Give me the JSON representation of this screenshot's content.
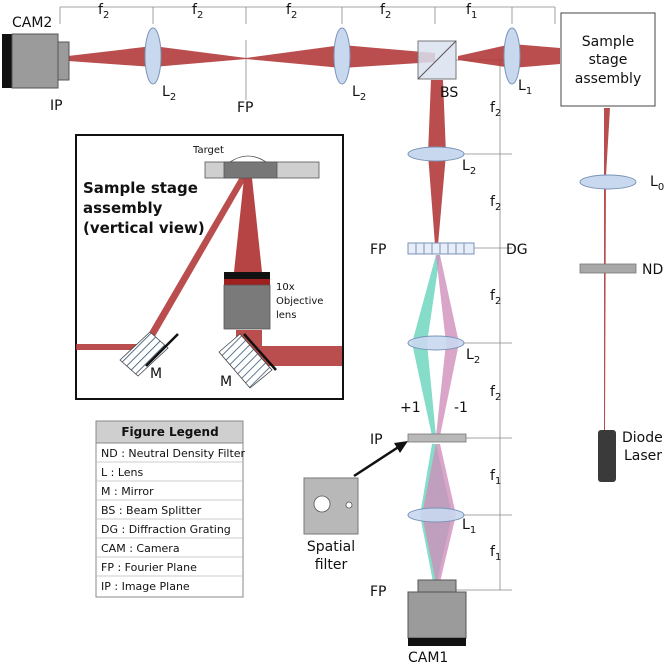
{
  "labels": {
    "cam2": "CAM2",
    "cam1": "CAM1",
    "ip_cam2": "IP",
    "fp_top": "FP",
    "bs": "BS",
    "l2_a": "L",
    "l2_b": "L",
    "l1_top": "L",
    "l2_vert_top": "L",
    "l2_vert_mid": "L",
    "l1_vert": "L",
    "l0": "L",
    "sub_2": "2",
    "sub_1": "1",
    "sub_0": "0",
    "nd": "ND",
    "dg": "DG",
    "fp_dg": "FP",
    "ip_mid": "IP",
    "fp_bottom": "FP",
    "plus1": "+1",
    "minus1": "-1",
    "diode_laser": [
      "Diode",
      "Laser"
    ],
    "sample_stage": [
      "Sample",
      "stage",
      "assembly"
    ],
    "spatial_filter": [
      "Spatial",
      "filter"
    ],
    "f": "f"
  },
  "spacing_labels": {
    "top": [
      "f2",
      "f2",
      "f2",
      "f2",
      "f1"
    ],
    "right": [
      "f2",
      "f2",
      "f2",
      "f2",
      "f1",
      "f1"
    ]
  },
  "inset": {
    "title": [
      "Sample stage",
      "assembly",
      "(vertical view)"
    ],
    "target": "Target",
    "objective": [
      "10x",
      "Objective",
      "lens"
    ],
    "mirror_left": "M",
    "mirror_right": "M"
  },
  "legend": {
    "title": "Figure Legend",
    "items": [
      "ND : Neutral Density Filter",
      "L : Lens",
      "M : Mirror",
      "BS : Beam Splitter",
      "DG : Diffraction Grating",
      "CAM : Camera",
      "FP : Fourier Plane",
      "IP : Image Plane"
    ]
  },
  "colors": {
    "beam": "#b23a3a",
    "order_plus": "#6fd6bf",
    "order_minus": "#cf8fba",
    "lens": "#c8d8ee",
    "camera": "#9b9b9b",
    "legend_header": "#cfcfcf"
  }
}
